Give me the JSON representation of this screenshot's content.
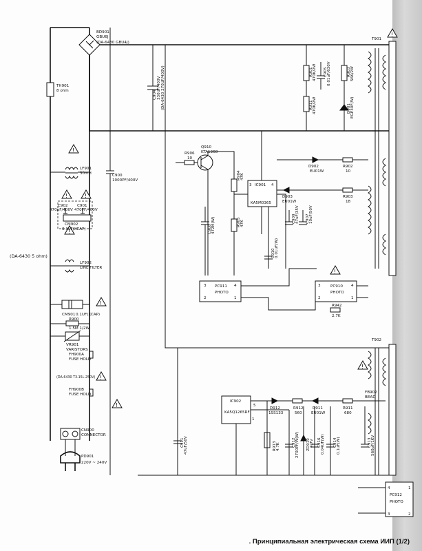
{
  "caption": ". Принципиальная электрическая схема ИИП (1/2)",
  "labels": {
    "bd901": "BD901",
    "bd901_val": "GBU6J",
    "bd901_alt": "(DA-6430 GBU4J)",
    "t901": "T901",
    "th901": "TH901",
    "th901_val": "8 ohm",
    "lf901": "LF901",
    "lf901_val": "30mH",
    "c900": "C900",
    "c900_val": "1000PF/400V",
    "c904": "C904",
    "c904_val": "330UF/400V",
    "c904_alt": "(DA-6430 270UF/400V)",
    "c902": "C902",
    "c902_val": "470pF/400V",
    "c901": "C901",
    "c901_val": "470PF/400V",
    "cm902": "CM902",
    "cm902_val": "0.1uF(XCAP)",
    "da6430_5ohm": "(DA-6430 5 ohm)",
    "lf902": "LF902",
    "lf902_val": "LINE FILTER",
    "cm901": "CM901",
    "cm901_val": "0.1UF(XCAP)",
    "r900": "R900",
    "r900_val": "1.5M 1/2W",
    "vr901": "VR901",
    "vr901_val": "VARISTORS",
    "fh900a": "FH900A",
    "fh900a_val": "FUSE HOLD",
    "f900": "(DA-6430 T3.15L 250V)",
    "fh900b": "FH900B",
    "fh900b_val": "FUSE HOLD",
    "cn900": "CN900",
    "cn900_val": "CONNECTOR",
    "pd901": "PD901",
    "pd901_val": "220V ~ 240V",
    "r906": "R906",
    "r906_val": "10",
    "q910": "Q910",
    "q910_val": "KTA1268",
    "ic901": "IC901",
    "ic901_val": "KA5M0365",
    "r904": "R904",
    "r904_val": "47K",
    "c908": "C908",
    "c908_val": "472M(W)",
    "r905": "R905",
    "r905_val": "47K",
    "c909": "C909",
    "c909_val": "47uF/35V",
    "c907": "C907",
    "c907_val": "10uF/50V",
    "c910": "C910",
    "c910_val": "0.01uF(W)",
    "r901": "R901",
    "r901_val": "470K/2W",
    "c905": "C905",
    "c905_val": "0.01uF/630V",
    "r903": "R903",
    "r903_val": "56K/2W",
    "d901": "D901",
    "d901_val": "EGP30F(W)",
    "r9011": "R911",
    "r9011_val": "470K/2W",
    "d902": "D902",
    "d902_val": "EU01W",
    "r902": "R902",
    "r902_val": "10",
    "d903": "D903",
    "d903_val": "EU01W",
    "r903b": "R903",
    "r903b_val": "18",
    "pc911": "PC911",
    "pc911_val": "PHOTO",
    "pc910": "PC910",
    "pc910_val": "PHOTO",
    "r942": "R942",
    "r942_val": "2.7K",
    "t902": "T902",
    "fb902": "FB902",
    "fb902_val": "BEAD",
    "ic902": "IC902",
    "ic902_val": "KA5Q1265RF",
    "d912": "D912",
    "d912_val": "1SS133",
    "r912": "R912",
    "r912_val": "560",
    "d911": "D911",
    "d911_val": "EU01W",
    "r911": "R911",
    "r911_val": "680",
    "c911": "C911",
    "c911_val": "47uF/50V",
    "r913": "R913",
    "r913_val": "4.7K",
    "c912": "C912",
    "c912_val": "2700PF/W(W)",
    "zd910": "ZD910",
    "zd910_val": "4.7V",
    "c916": "C916",
    "c916_val": "0.04UF(W)",
    "c914": "C914",
    "c914_val": "0.1uF(W)",
    "c913": "C913",
    "c913_val": "560pF/1KV",
    "pc912": "PC912",
    "pc912_val": "PHOTO",
    "pin_1": "1",
    "pin_2": "2",
    "pin_3": "3",
    "pin_4": "4",
    "pin_5": "5"
  }
}
